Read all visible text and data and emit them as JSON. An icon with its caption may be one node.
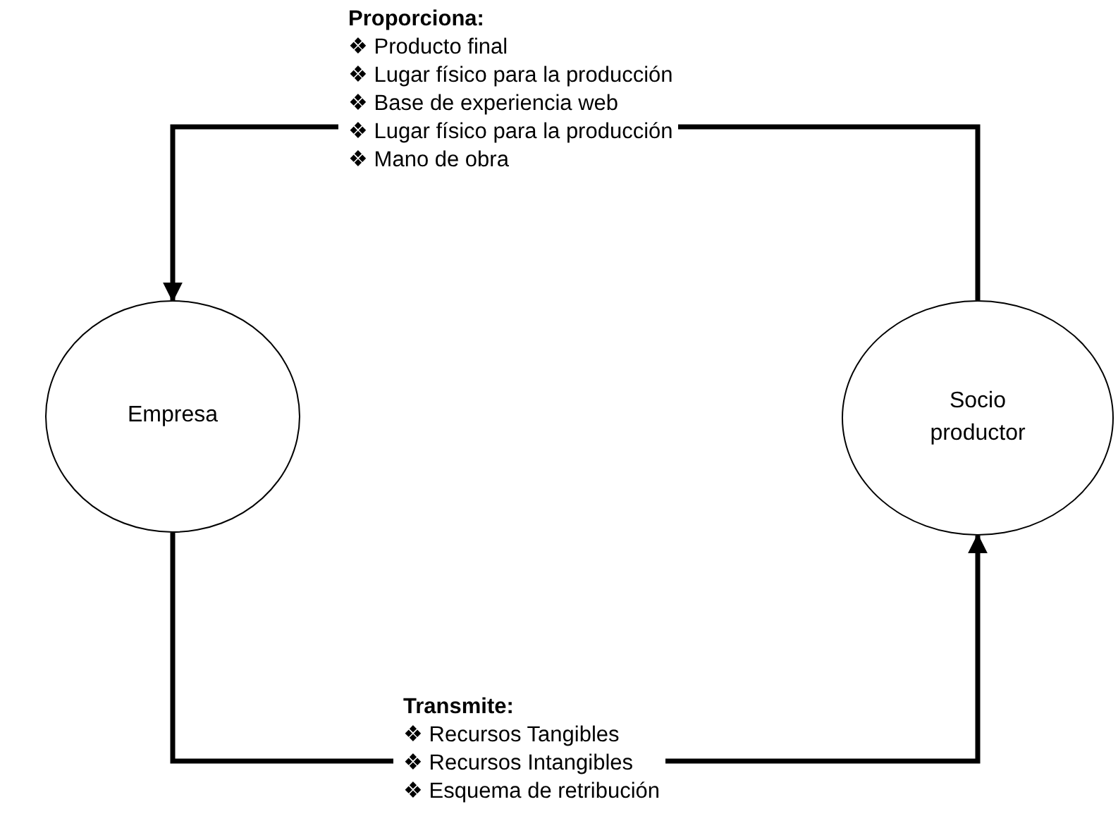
{
  "diagram": {
    "nodes": [
      {
        "text": [
          "Proporciona:",
          "❖ Producto final",
          "❖ Lugar físico para la producción",
          "❖ Base de experiencia web",
          "❖ Lugar físico para la producción",
          "❖ Mano de obra"
        ]
      },
      {
        "text": [
          "Empresa"
        ]
      },
      {
        "text": [
          "Socio productor"
        ]
      },
      {
        "text": [
          "Transmite:",
          "❖ Recursos Tangibles",
          "❖ Recursos Intangibles",
          "❖ Esquema de retribución"
        ]
      }
    ],
    "edges": [
      {
        "from": 2,
        "to": 0,
        "arrow": "none"
      },
      {
        "from": 0,
        "to": 1,
        "arrow": "to"
      },
      {
        "from": 1,
        "to": 3,
        "arrow": "none"
      },
      {
        "from": 3,
        "to": 2,
        "arrow": "to"
      }
    ]
  }
}
